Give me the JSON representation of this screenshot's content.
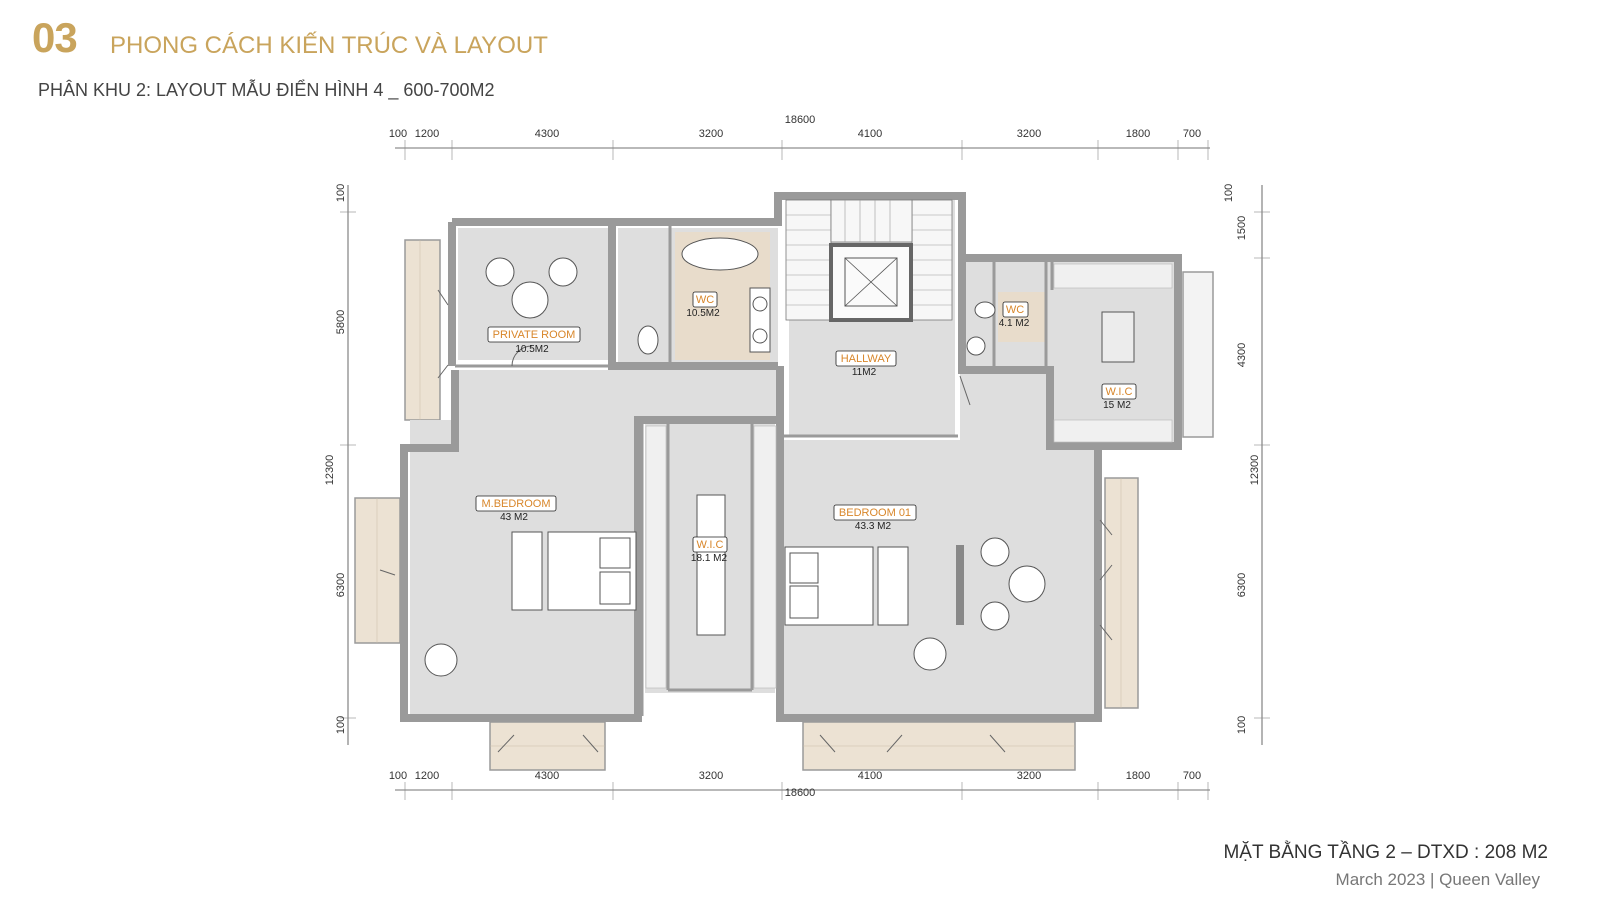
{
  "header": {
    "number": "03",
    "title": "PHONG CÁCH KIẾN TRÚC VÀ LAYOUT",
    "subtitle": "PHÂN KHU 2: LAYOUT MẪU ĐIỂN HÌNH 4 _ 600-700M2"
  },
  "footer": {
    "plan_title": "MẶT BẰNG TẦNG 2 – DTXD : 208 M2",
    "date_project": "March 2023 | Queen Valley"
  },
  "dimensions": {
    "top_total": "18600",
    "top_segments": [
      "100",
      "1200",
      "4300",
      "3200",
      "4100",
      "3200",
      "1800",
      "700"
    ],
    "bottom_total": "18600",
    "bottom_segments": [
      "100",
      "1200",
      "4300",
      "3200",
      "4100",
      "3200",
      "1800",
      "700"
    ],
    "left_segments": [
      "100",
      "5800",
      "12300",
      "6300",
      "100"
    ],
    "right_segments": [
      "100",
      "1500",
      "4300",
      "12300",
      "6300",
      "100"
    ]
  },
  "rooms": {
    "private_room": {
      "name": "PRIVATE ROOM",
      "area": "10.5M2"
    },
    "wc_1": {
      "name": "WC",
      "area": "10.5M2"
    },
    "hallway": {
      "name": "HALLWAY",
      "area": "11M2"
    },
    "wc_2": {
      "name": "WC",
      "area": "4.1 M2"
    },
    "wic_1": {
      "name": "W.I.C",
      "area": "15 M2"
    },
    "master_bedroom": {
      "name": "M.BEDROOM",
      "area": "43 M2"
    },
    "wic_2": {
      "name": "W.I.C",
      "area": "18.1 M2"
    },
    "bedroom_01": {
      "name": "BEDROOM 01",
      "area": "43.3 M2"
    }
  },
  "colors": {
    "accent": "#c9a45c",
    "label": "#d8862a",
    "wall": "#9a9a9a",
    "floor": "#dedede",
    "balcony": "#ece2d3"
  }
}
